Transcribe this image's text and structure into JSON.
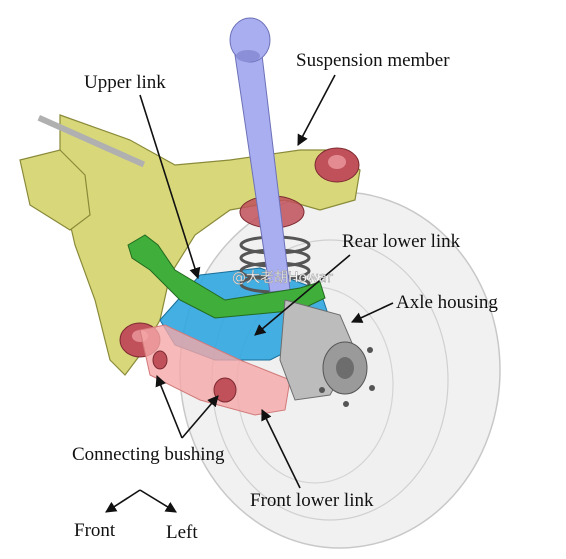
{
  "labels": {
    "suspension_member": "Suspension member",
    "upper_link": "Upper link",
    "rear_lower_link": "Rear lower link",
    "axle_housing": "Axle housing",
    "connecting_bushing": "Connecting bushing",
    "front_lower_link": "Front lower link"
  },
  "directions": {
    "front": "Front",
    "left": "Left"
  },
  "watermark": "@大老胡Howar",
  "colors": {
    "subframe": "#d8d87a",
    "upper_link": "#3fae3a",
    "rear_lower_link": "#2fa6e0",
    "suspension_member": "#a9aef0",
    "front_lower_link": "#f5a7a7",
    "bushing": "#c0505a",
    "wheel": "#e6e6e6",
    "hub": "#9a9a9a"
  }
}
